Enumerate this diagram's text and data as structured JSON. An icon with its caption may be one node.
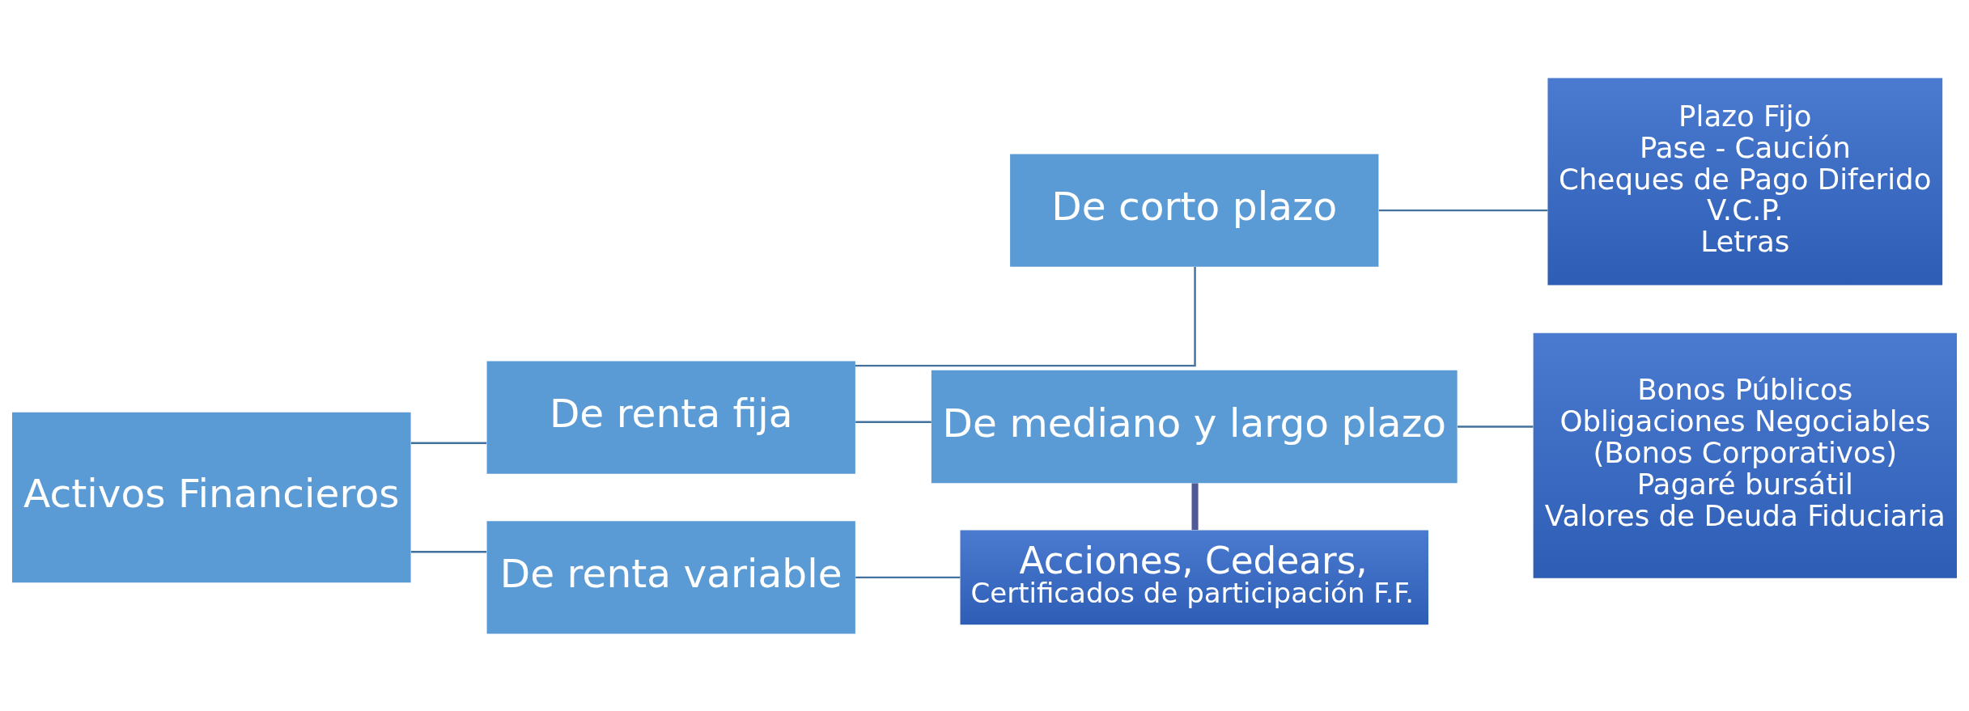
{
  "diagram": {
    "nodes": [
      {
        "text": [
          "Activos Financieros"
        ]
      },
      {
        "text": [
          "De renta fija"
        ]
      },
      {
        "text": [
          "De renta variable"
        ]
      },
      {
        "text": [
          "De corto plazo"
        ]
      },
      {
        "text": [
          "De mediano y largo plazo"
        ]
      },
      {
        "text": [
          "Plazo Fijo",
          "Pase - Caución",
          "Cheques de Pago Diferido",
          "V.C.P.",
          "Letras"
        ]
      },
      {
        "text": [
          "Bonos Públicos",
          "Obligaciones Negociables",
          "(Bonos Corporativos)",
          "Pagaré bursátil",
          "Valores de Deuda Fiduciaria"
        ]
      },
      {
        "text": [
          "Acciones, Cedears,",
          "Certificados de participación F.F."
        ]
      }
    ],
    "edges": [
      {
        "from": 0,
        "to": 1,
        "arrow": "none"
      },
      {
        "from": 0,
        "to": 2,
        "arrow": "none"
      },
      {
        "from": 1,
        "to": 3,
        "arrow": "none"
      },
      {
        "from": 1,
        "to": 4,
        "arrow": "none"
      },
      {
        "from": 3,
        "to": 5,
        "arrow": "none"
      },
      {
        "from": 4,
        "to": 6,
        "arrow": "none"
      },
      {
        "from": 2,
        "to": 7,
        "arrow": "none"
      },
      {
        "from": 4,
        "to": 7,
        "arrow": "none",
        "style": "thick",
        "color": "#4f5a96"
      }
    ]
  }
}
